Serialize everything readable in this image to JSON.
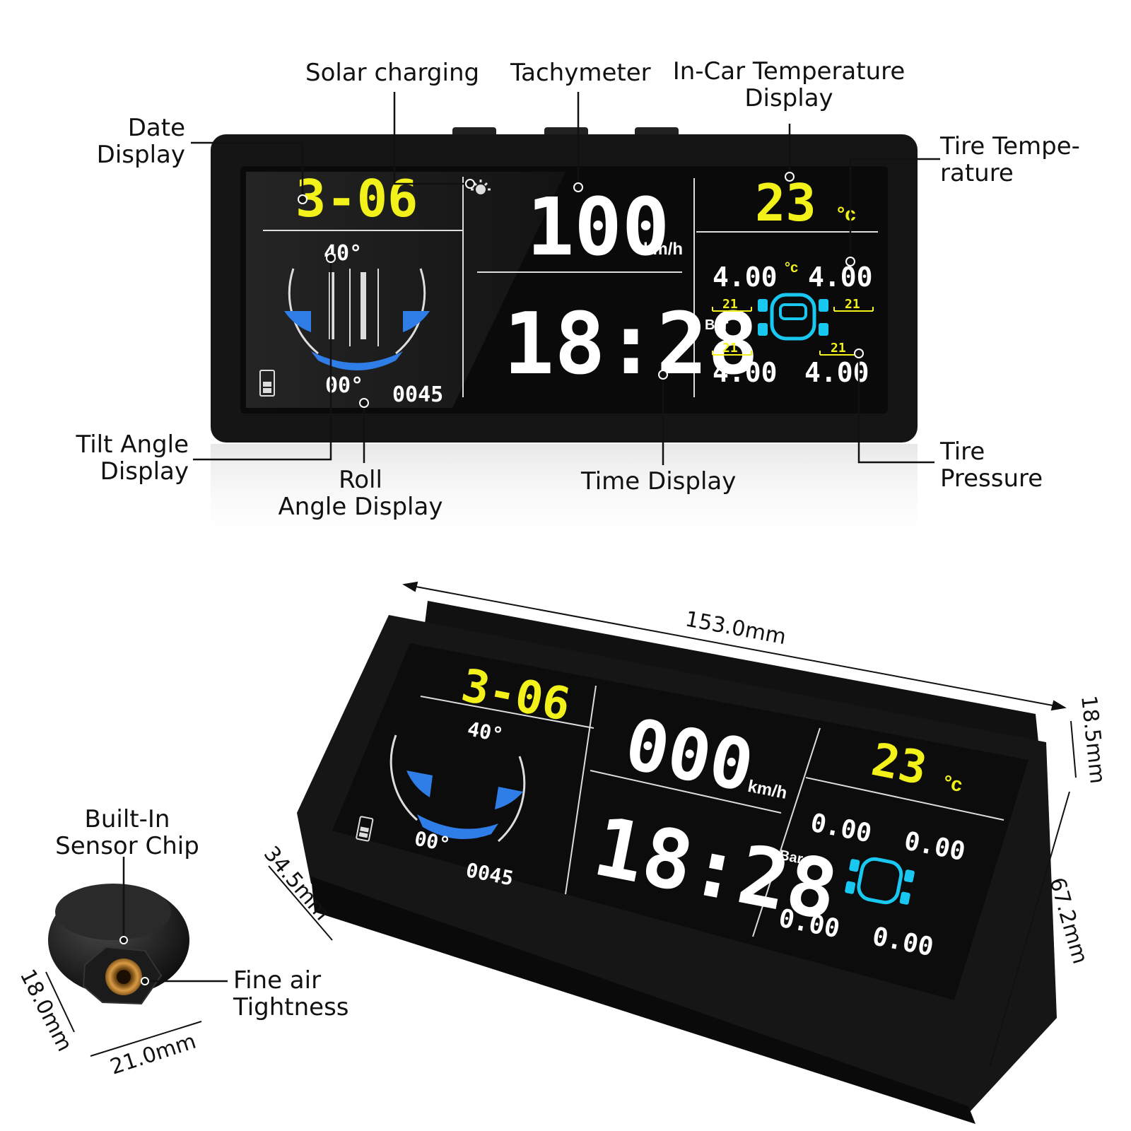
{
  "callouts": {
    "solar_charging": "Solar charging",
    "tachymeter": "Tachymeter",
    "in_car_temp_l1": "In-Car Temperature",
    "in_car_temp_l2": "Display",
    "date_l1": "Date",
    "date_l2": "Display",
    "tire_temp_l1": "Tire Tempe-",
    "tire_temp_l2": "rature",
    "tilt_l1": "Tilt Angle",
    "tilt_l2": "Display",
    "roll_l1": "Roll",
    "roll_l2": "Angle Display",
    "time_display": "Time Display",
    "tire_pressure_l1": "Tire",
    "tire_pressure_l2": "Pressure",
    "sensor_l1": "Built-In",
    "sensor_l2": "Sensor Chip",
    "air_l1": "Fine air",
    "air_l2": "Tightness"
  },
  "display_top": {
    "date": "3-06",
    "speed": "100",
    "speed_unit": "km/h",
    "time": "18:28",
    "temp": "23",
    "temp_unit": "°c",
    "tire_fl": "4.00",
    "tire_fr": "4.00",
    "tire_rl": "4.00",
    "tire_rr": "4.00",
    "tire_temp": "21",
    "pressure_unit": "Bar",
    "tilt": "40°",
    "roll": "00°",
    "altitude": "0045"
  },
  "display_bottom": {
    "date": "3-06",
    "speed": "000",
    "speed_unit": "km/h",
    "time": "18:28",
    "temp": "23",
    "temp_unit": "°c",
    "tire_fl": "0.00",
    "tire_fr": "0.00",
    "tire_rl": "0.00",
    "tire_rr": "0.00",
    "pressure_unit": "Bar",
    "tilt": "40°",
    "roll": "00°",
    "altitude": "0045"
  },
  "dimensions": {
    "width": "153.0mm",
    "depth_top": "18.5mm",
    "height": "67.2mm",
    "side": "34.5mm",
    "sensor_h": "18.0mm",
    "sensor_w": "21.0mm"
  },
  "colors": {
    "yellow": "#f2f21a",
    "cyan": "#19c8f0",
    "blue": "#2f7de6",
    "white": "#ffffff",
    "body": "#141414"
  }
}
